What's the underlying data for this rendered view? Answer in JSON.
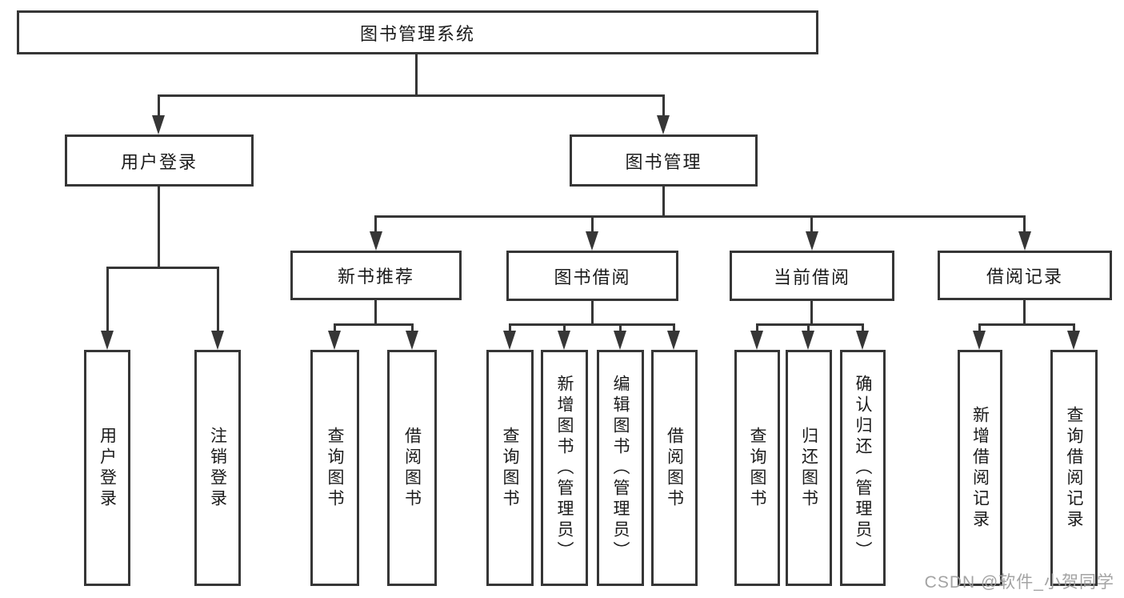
{
  "diagram": {
    "root": {
      "label": "图书管理系统"
    },
    "branches": [
      {
        "label": "用户登录",
        "children": [
          {
            "label": "用户登录"
          },
          {
            "label": "注销登录"
          }
        ]
      },
      {
        "label": "图书管理",
        "children": [
          {
            "label": "新书推荐",
            "children": [
              {
                "label": "查询图书"
              },
              {
                "label": "借阅图书"
              }
            ]
          },
          {
            "label": "图书借阅",
            "children": [
              {
                "label": "查询图书"
              },
              {
                "label": "新增图书（管理员）"
              },
              {
                "label": "编辑图书（管理员）"
              },
              {
                "label": "借阅图书"
              }
            ]
          },
          {
            "label": "当前借阅",
            "children": [
              {
                "label": "查询图书"
              },
              {
                "label": "归还图书"
              },
              {
                "label": "确认归还（管理员）"
              }
            ]
          },
          {
            "label": "借阅记录",
            "children": [
              {
                "label": "新增借阅记录"
              },
              {
                "label": "查询借阅记录"
              }
            ]
          }
        ]
      }
    ]
  },
  "watermark": {
    "text": "CSDN @软件_小贺同学"
  },
  "colors": {
    "line": "#363636",
    "box_border": "#363636",
    "text": "#1b1b1b",
    "background": "#ffffff",
    "watermark": "#9e9e9e"
  }
}
